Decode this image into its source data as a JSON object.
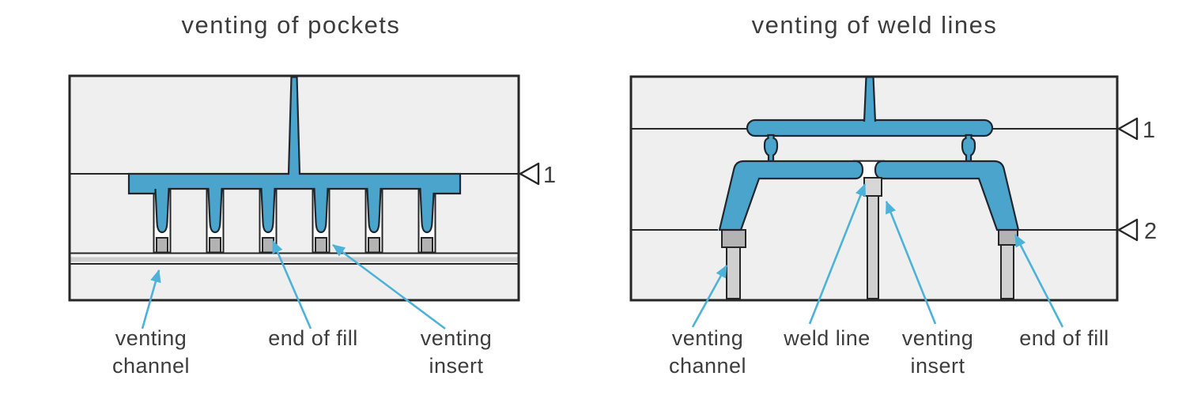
{
  "figure": {
    "left": {
      "title": "venting of pockets",
      "parting_marker": "1",
      "labels": {
        "venting_channel": {
          "line1": "venting",
          "line2": "channel"
        },
        "end_of_fill": {
          "line1": "end of fill"
        },
        "venting_insert": {
          "line1": "venting",
          "line2": "insert"
        }
      }
    },
    "right": {
      "title": "venting of weld lines",
      "parting_marker_1": "1",
      "parting_marker_2": "2",
      "labels": {
        "venting_channel": {
          "line1": "venting",
          "line2": "channel"
        },
        "weld_line": {
          "line1": "weld line"
        },
        "venting_insert": {
          "line1": "venting",
          "line2": "insert"
        },
        "end_of_fill": {
          "line1": "end of fill"
        }
      }
    },
    "colors": {
      "plastic_blue": "#4aa4cb",
      "arrow_blue": "#4cb2d8",
      "mold_gray": "#efefef",
      "insert_gray": "#b3b3b3",
      "channel_gray": "#d0d0d0",
      "outline": "#262626",
      "text": "#3d3d3d",
      "background": "#ffffff"
    }
  }
}
